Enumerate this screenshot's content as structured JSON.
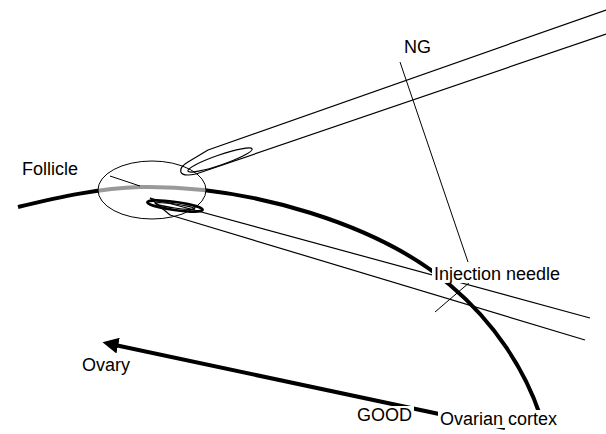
{
  "diagram": {
    "labels": [
      "NG",
      "Follicle",
      "Injection needle",
      "Ovary",
      "GOOD",
      "Ovarian cortex"
    ]
  }
}
